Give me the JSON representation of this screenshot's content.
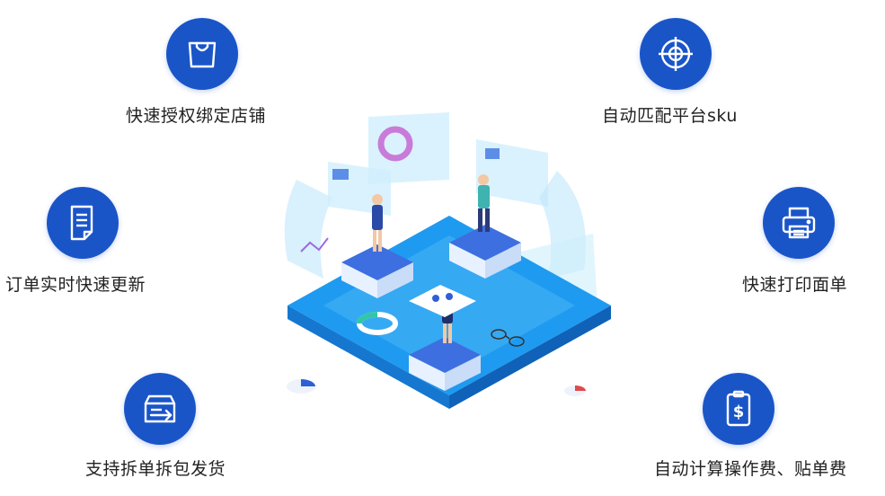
{
  "features": [
    {
      "label": "快速授权绑定店铺",
      "icon": "shopping-bag-icon"
    },
    {
      "label": "自动匹配平台sku",
      "icon": "target-icon"
    },
    {
      "label": "订单实时快速更新",
      "icon": "document-icon"
    },
    {
      "label": "快速打印面单",
      "icon": "printer-icon"
    },
    {
      "label": "支持拆单拆包发货",
      "icon": "box-arrow-icon"
    },
    {
      "label": "自动计算操作费、贴单费",
      "icon": "dollar-receipt-icon"
    }
  ],
  "colors": {
    "accent": "#1a55c8",
    "platform": "#1e9bf0",
    "panel": "#bfe6fb"
  }
}
